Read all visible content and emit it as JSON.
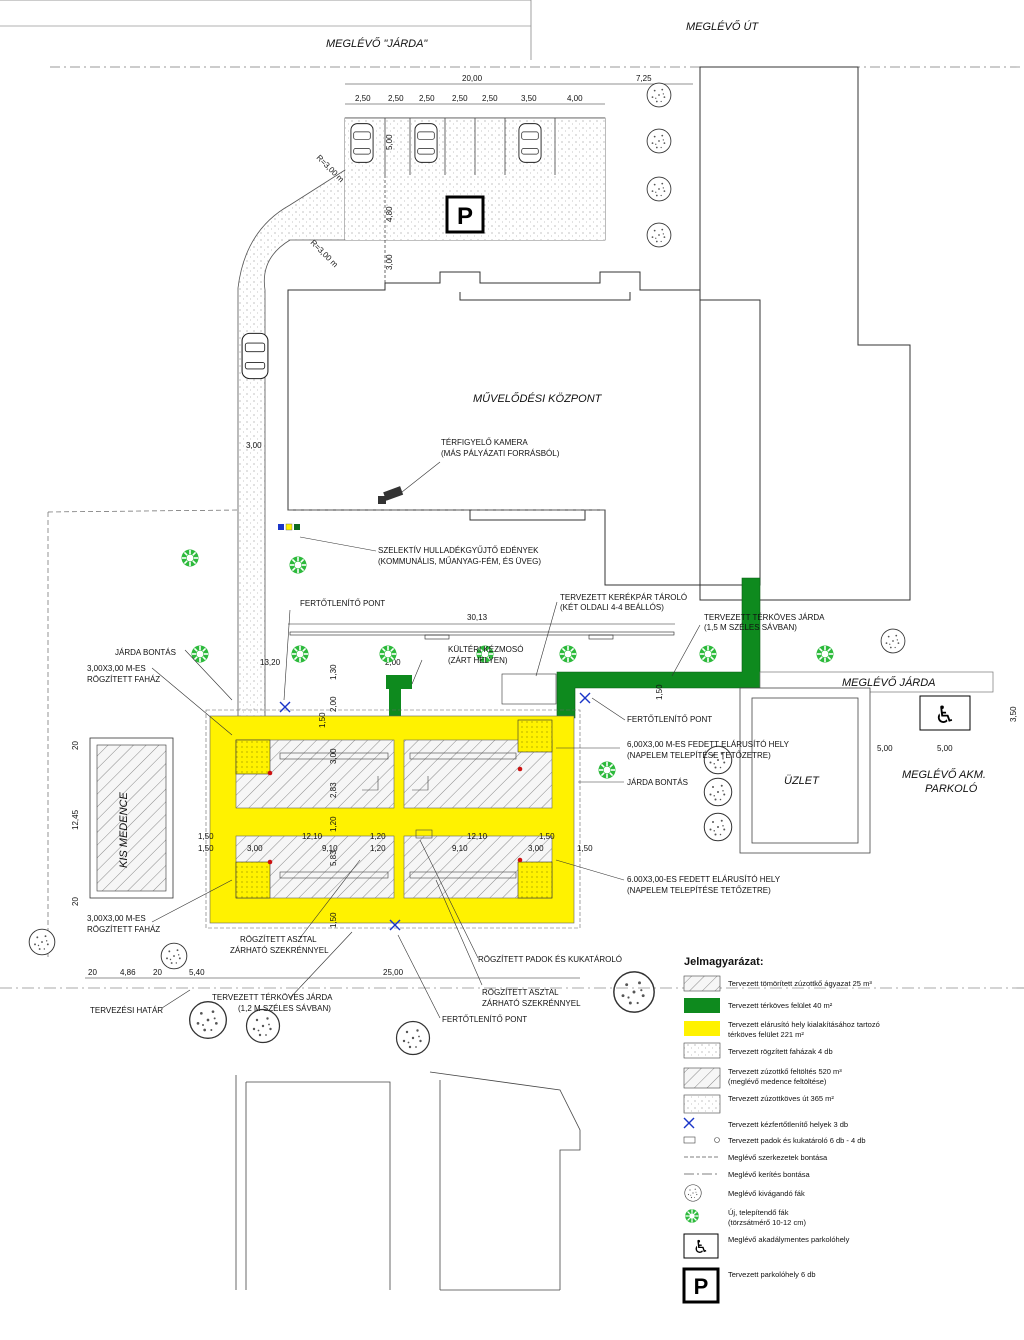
{
  "colors": {
    "yellow": "#FFF200",
    "green": "#0E8A1E",
    "tree_green": "#2DBA3C",
    "blue": "#1A35C8"
  },
  "labels": {
    "meglevo_jarda_top": "MEGLÉVŐ \"JÁRDA\"",
    "meglevo_ut": "MEGLÉVŐ ÚT",
    "muvelodesi": "MŰVELŐDÉSI KÖZPONT",
    "kamera_1": "TÉRFIGYELŐ KAMERA",
    "kamera_2": "(MÁS PÁLYÁZATI FORRÁSBÓL)",
    "szelektiv_1": "SZELEKTÍV HULLADÉKGYŰJTŐ EDÉNYEK",
    "szelektiv_2": "(KOMMUNÁLIS, MŰANYAG-FÉM, ÉS ÜVEG)",
    "fertotlenito": "FERTŐTLENÍTŐ PONT",
    "kerekpar_1": "TERVEZETT KERÉKPÁR TÁROLÓ",
    "kerekpar_2": "(KÉT OLDALI 4-4 BEÁLLÓS)",
    "terkoves_jarda_1": "TERVEZETT TÉRKÖVES JÁRDA",
    "terkoves_jarda_2": "(1,5 M SZÉLES SÁVBAN)",
    "jarda_bontas": "JÁRDA BONTÁS",
    "kulteri_1": "KÜLTÉRI KÉZMOSÓ",
    "kulteri_2": "(ZÁRT HELYEN)",
    "fahaz_1": "3,00X3,00 M-ES",
    "fahaz_2": "RÖGZÍTETT FAHÁZ",
    "meglevo_jarda_r": "MEGLÉVŐ JÁRDA",
    "fedett_1": "6,00X3,00 M-ES FEDETT ELÁRUSÍTÓ HELY",
    "fedett_2": "(NAPELEM TELEPÍTÉSE TETŐZETRE)",
    "fedett_b1": "6.00X3,00-ES FEDETT ELÁRUSÍTÓ HELY",
    "uzlet": "ÜZLET",
    "akm_1": "MEGLÉVŐ AKM.",
    "akm_2": "PARKOLÓ",
    "kis_medence": "KIS MEDENCE",
    "rogz_asztal_1": "RÖGZÍTETT ASZTAL",
    "rogz_asztal_2": "ZÁRHATÓ SZEKRÉNNYEL",
    "rogz_padok": "RÖGZÍTETT PADOK ÉS KUKATÁROLÓ",
    "terkoves_12_1": "TERVEZETT TÉRKÖVES JÁRDA",
    "terkoves_12_2": "(1,2 M SZÉLES SÁVBAN)",
    "tervezesi_hatar": "TERVEZÉSI HATÁR",
    "radius": "R=3,00 m",
    "parking_p": "P"
  },
  "dims": {
    "d20_00": "20,00",
    "d7_25": "7,25",
    "d2_50": "2,50",
    "d3_50": "3,50",
    "d4_00": "4,00",
    "d5_00": "5,00",
    "d4_80": "4,80",
    "d3_00": "3,00",
    "d30_13": "30,13",
    "d13_20": "13,20",
    "d2_00": "2,00",
    "d1_30": "1,30",
    "d1_50": "1,50",
    "d2_83": "2,83",
    "d12_10": "12,10",
    "d1_20": "1,20",
    "d9_10": "9,10",
    "d5_83": "5,83",
    "d20": "20",
    "d12_45": "12,45",
    "d4_86": "4,86",
    "d5_40": "5,40",
    "d25_00": "25,00",
    "d3_50v": "3,50",
    "d5_00b": "5,00"
  },
  "legend": {
    "title": "Jelmagyarázat:",
    "items": [
      "Tervezett tömörített zúzottkő ágyazat 25 m³",
      "Tervezett térköves felület 40 m²",
      "Tervezett elárusító hely kialakításához tartozó",
      "térköves felület 221 m²",
      "Tervezett rögzített faházak 4 db",
      "Tervezett zúzottkő feltöltés 520 m³",
      "(meglévő medence feltöltése)",
      "Tervezett zúzottköves út 365 m²",
      "Tervezett kézfertőtlenítő helyek 3 db",
      "Tervezett padok és kukatároló 6 db - 4 db",
      "Meglévő szerkezetek bontása",
      "Meglévő kerítés bontása",
      "Meglévő kivágandó fák",
      "Új, telepítendő fák",
      "(törzsátmérő 10-12 cm)",
      "Meglévő akadálymentes parkolóhely",
      "Tervezett parkolóhely 6 db"
    ]
  }
}
